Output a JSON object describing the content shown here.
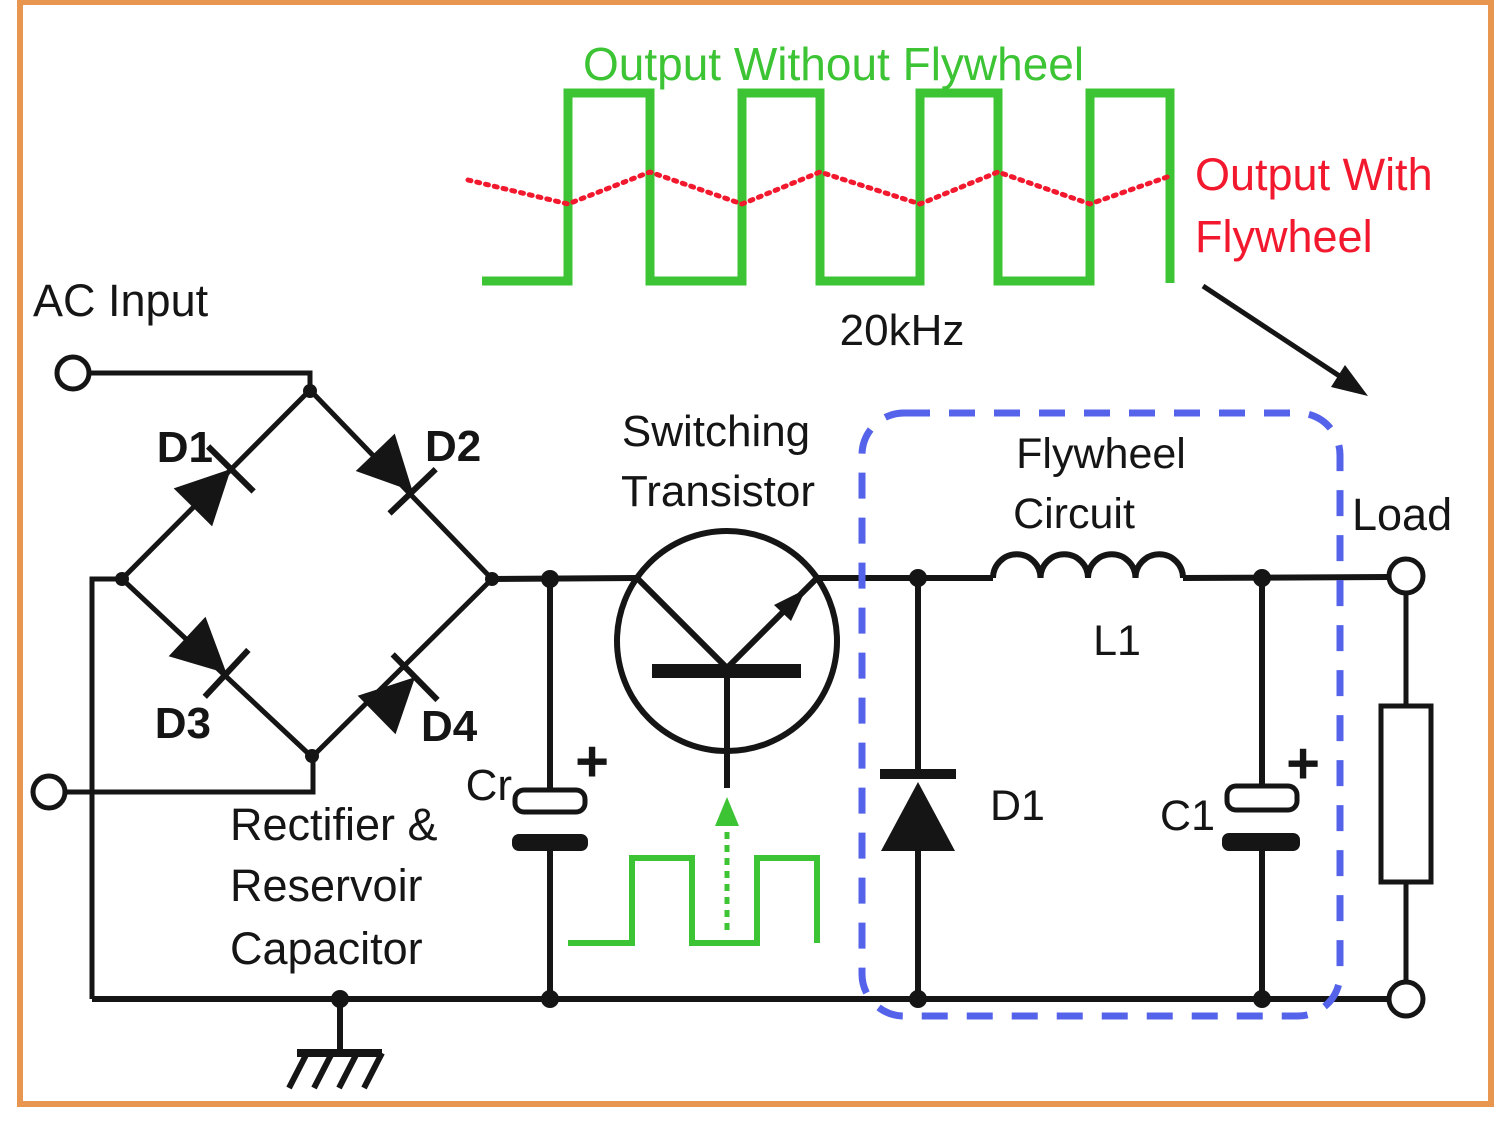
{
  "colors": {
    "green": "#3cc434",
    "red": "#f2192e",
    "blue": "#5463ea",
    "orange": "#e8964f",
    "black": "#151515"
  },
  "diagram": {
    "top_waveform": {
      "title": "Output Without Flywheel",
      "flywheel_output_label_line1": "Output With",
      "flywheel_output_label_line2": "Flywheel",
      "frequency": "20kHz"
    },
    "ac_input_label": "AC Input",
    "bridge": {
      "d1": "D1",
      "d2": "D2",
      "d3": "D3",
      "d4": "D4"
    },
    "rectifier_caption": [
      "Rectifier &",
      "Reservoir",
      "Capacitor"
    ],
    "reservoir_capacitor": {
      "label": "Cr",
      "polarity": "+"
    },
    "transistor_label_line1": "Switching",
    "transistor_label_line2": "Transistor",
    "flywheel": {
      "title_line1": "Flywheel",
      "title_line2": "Circuit",
      "inductor_label": "L1",
      "diode_label": "D1",
      "capacitor_label": "C1",
      "capacitor_polarity": "+"
    },
    "load_label": "Load"
  }
}
